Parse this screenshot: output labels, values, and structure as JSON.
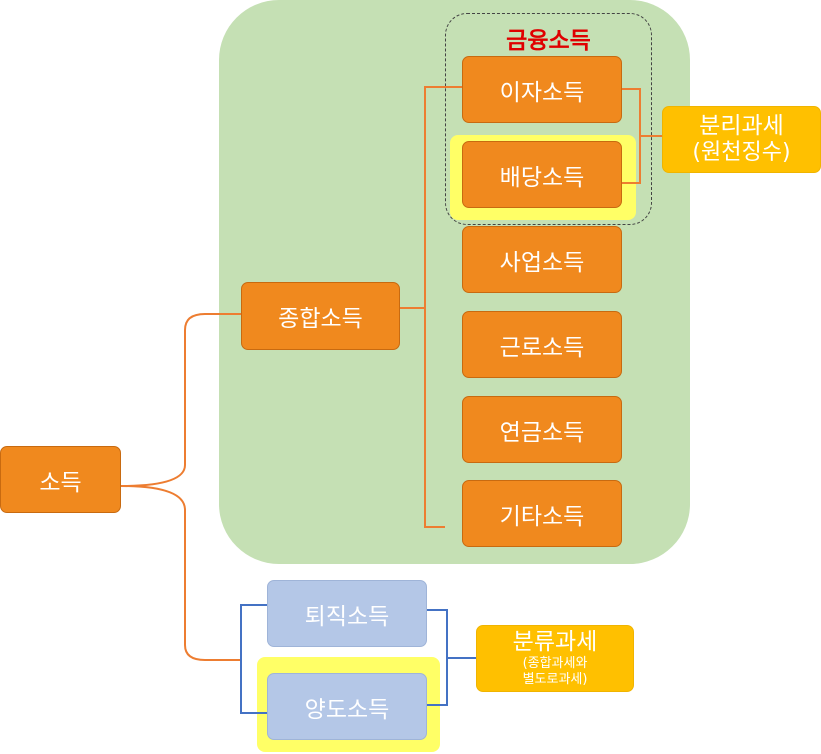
{
  "diagram": {
    "root": "소득",
    "comprehensive": {
      "label": "종합소득",
      "financial_group_label": "금융소득",
      "items": [
        "이자소득",
        "배당소득",
        "사업소득",
        "근로소득",
        "연금소득",
        "기타소득"
      ]
    },
    "separate_items": [
      "퇴직소득",
      "양도소득"
    ],
    "notes": {
      "separate_tax": {
        "title": "분리과세",
        "subtitle": "(원천징수)"
      },
      "classified_tax": {
        "title": "분류과세",
        "line1": "(종합과세와",
        "line2": "별도로과세)"
      }
    },
    "colors": {
      "green_region": "#c5e0b4",
      "orange_box": "#f0891e",
      "blue_box": "#b4c7e7",
      "note_box": "#ffc000",
      "highlight": "#ffff66",
      "connector_orange": "#ed7d31",
      "connector_blue": "#4472c4",
      "group_title": "#e00000"
    }
  }
}
